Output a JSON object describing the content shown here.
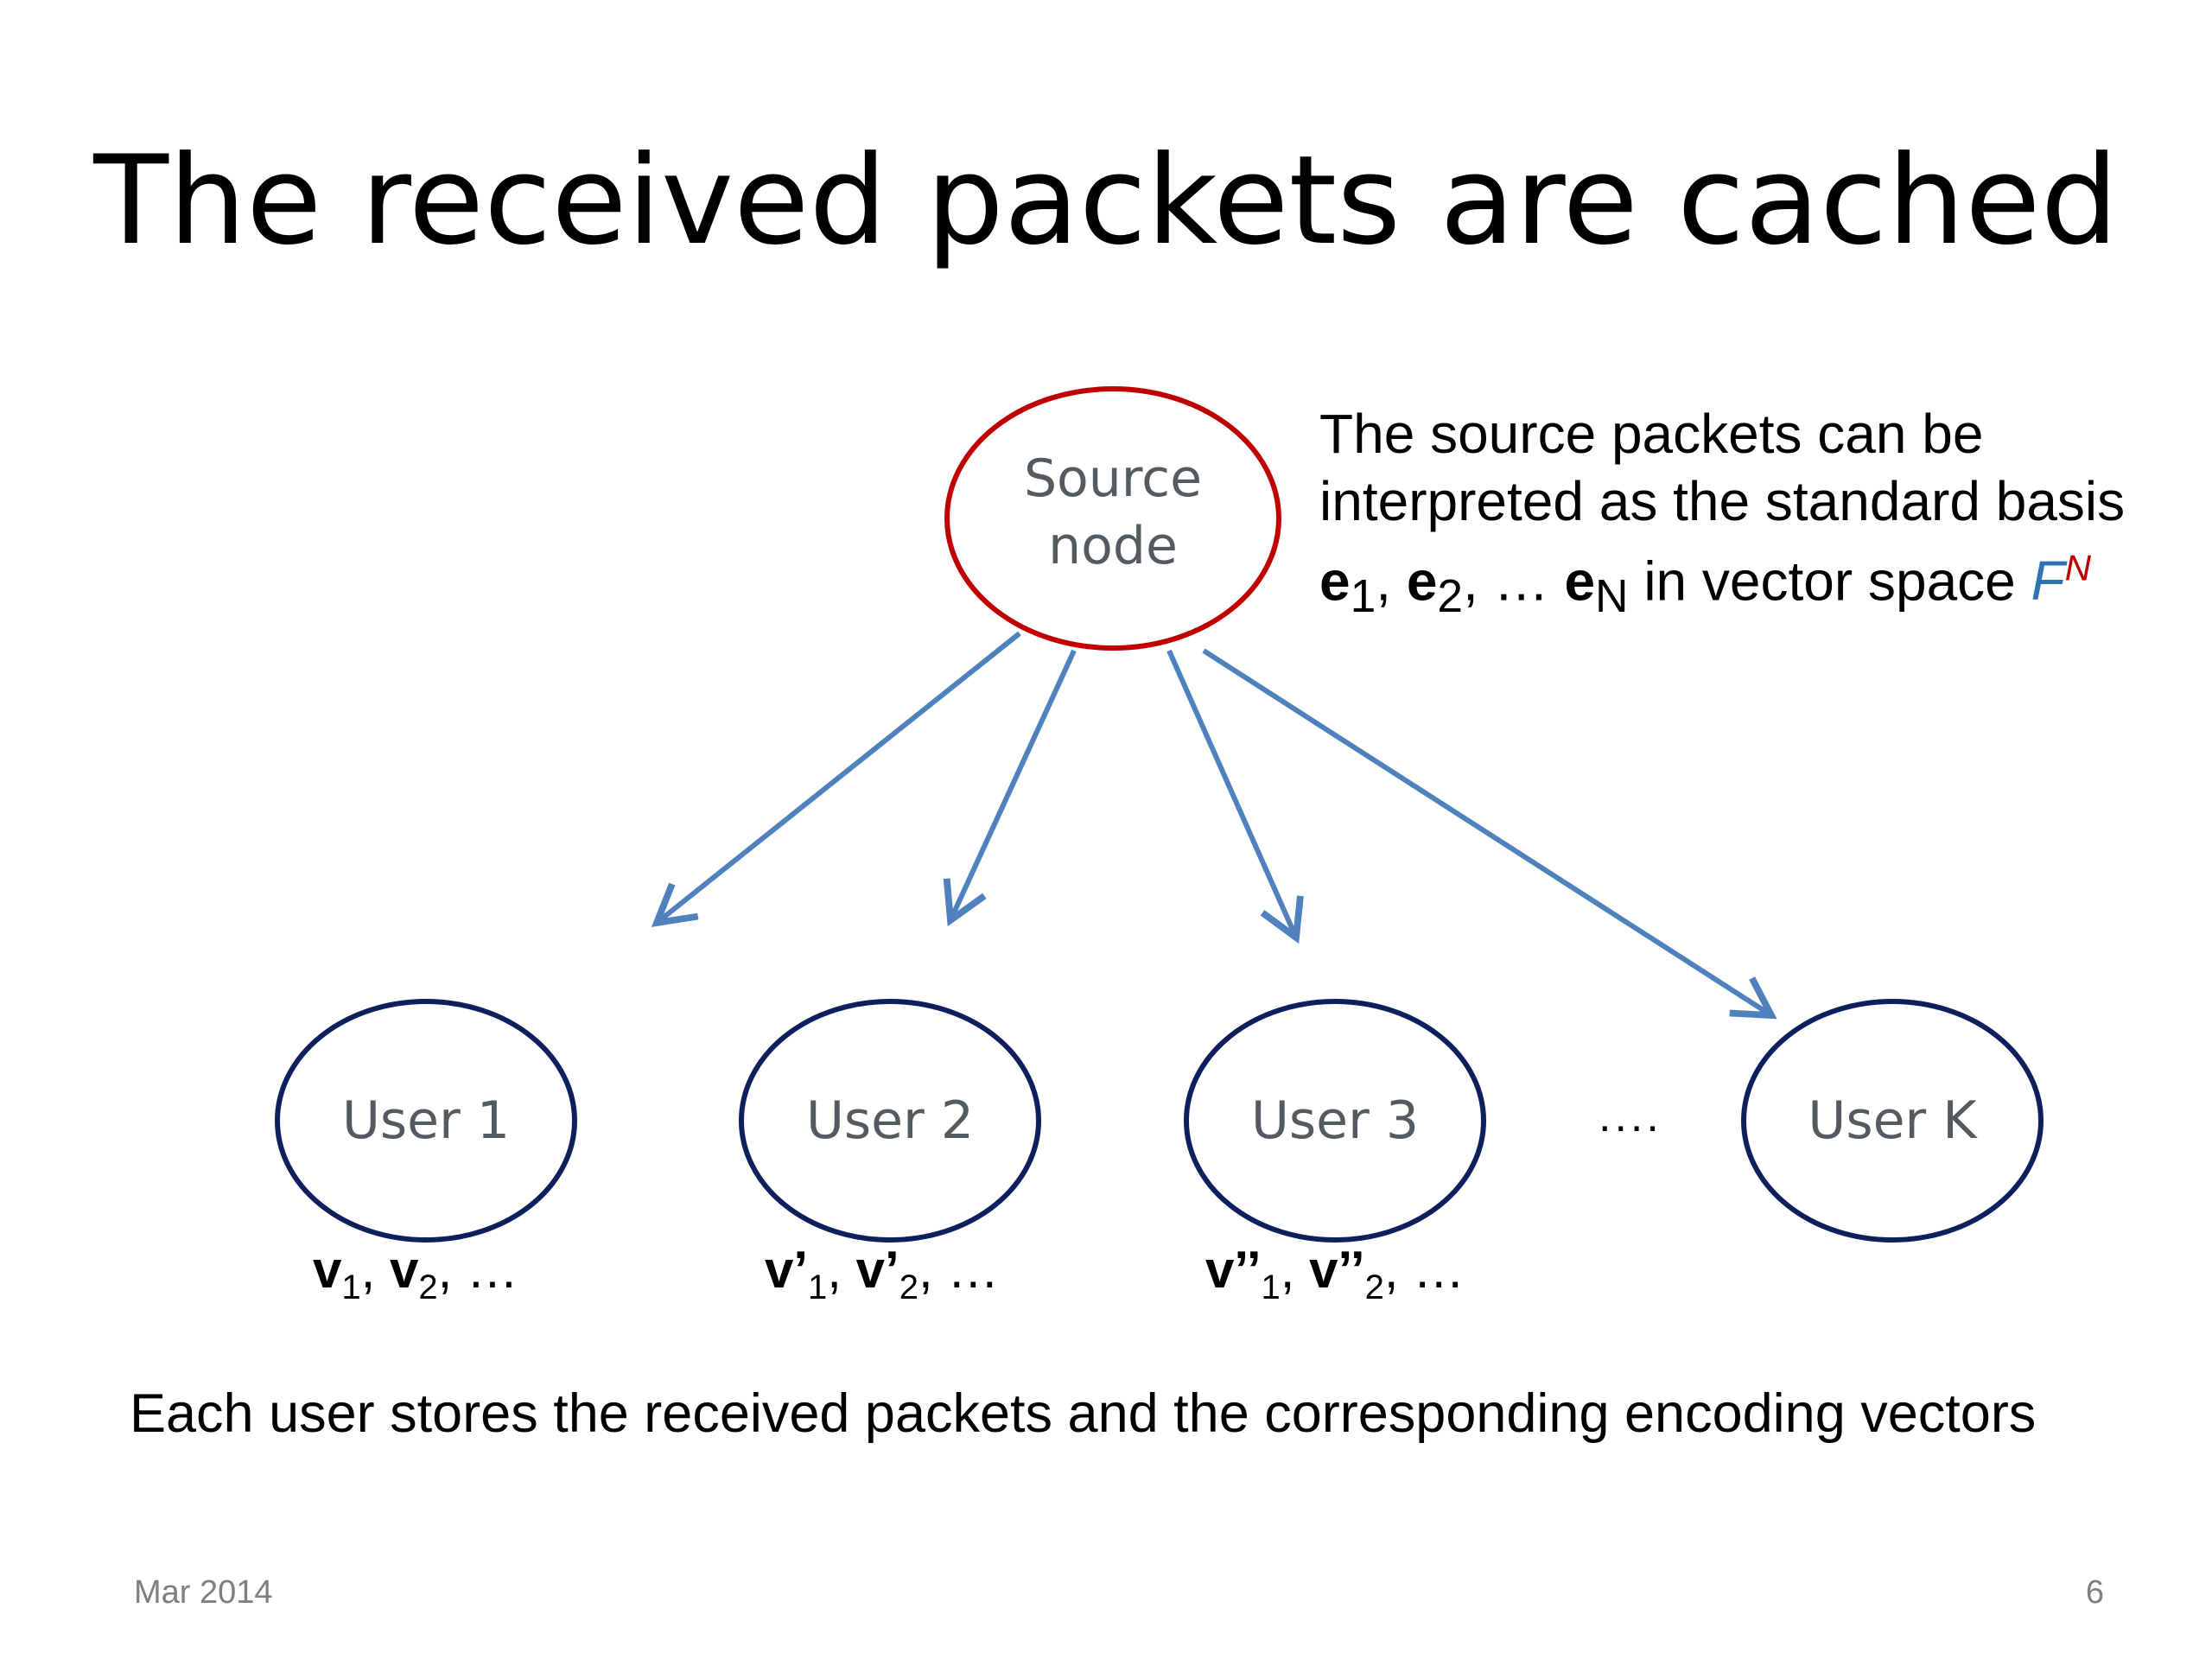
{
  "slide": {
    "title": "The received packets are cached",
    "footer_date": "Mar 2014",
    "page_number": "6"
  },
  "diagram": {
    "source": {
      "line1": "Source",
      "line2": "node"
    },
    "users": [
      {
        "label": "User 1"
      },
      {
        "label": "User 2"
      },
      {
        "label": "User 3"
      },
      {
        "label": "User K"
      }
    ],
    "ellipsis": "....",
    "note": {
      "line1": "The source packets can be",
      "line2": "interpreted as the standard basis",
      "vec_e": "e",
      "sub1": "1",
      "sub2": "2",
      "subN": "N",
      "sep": ", ",
      "dots": "…",
      "text_after": " in vector space ",
      "field": "F",
      "field_exp": "N"
    },
    "vectors": [
      {
        "name": "v",
        "sub1": "1",
        "sub2": "2",
        "tail": ", …"
      },
      {
        "name": "v’",
        "sub1": "1",
        "sub2": "2",
        "tail": ", …"
      },
      {
        "name": "v’’",
        "sub1": "1",
        "sub2": "2",
        "tail": ", …"
      }
    ]
  },
  "caption": "Each user stores the received packets and the corresponding encoding vectors",
  "colors": {
    "source_stroke": "#c00000",
    "user_stroke": "#0d1f5c",
    "arrow": "#4f81bd"
  }
}
